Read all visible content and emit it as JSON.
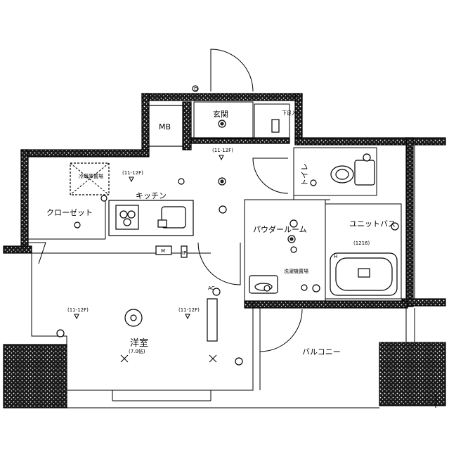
{
  "rooms": {
    "entrance": "玄関",
    "shoe_storage": "下足入",
    "mb": "MB",
    "toilet": "トイレ",
    "kitchen": "キッチン",
    "fridge": "冷蔵庫置場",
    "closet": "クローゼット",
    "powder_room": "パウダールーム",
    "unit_bath": "ユニットバス",
    "unit_bath_size": "(1216)",
    "laundry": "洗濯機置場",
    "western_room": "洋室",
    "western_room_size": "(7.0帖)",
    "balcony": "バルコニー"
  },
  "annotations": {
    "light_range_1": "(11-12F)",
    "light_range_2": "(11-12F)",
    "light_range_3": "(11-12F)",
    "light_range_4": "(11-12F)",
    "box_m": "M",
    "ac": "AC",
    "circle_d": "D",
    "circle_h": "H",
    "ip": "IP"
  },
  "icons": [
    "door-swing-icon",
    "light-fixture-icon",
    "outlet-icon",
    "sink-icon",
    "toilet-icon",
    "bathtub-icon",
    "stove-icon"
  ]
}
